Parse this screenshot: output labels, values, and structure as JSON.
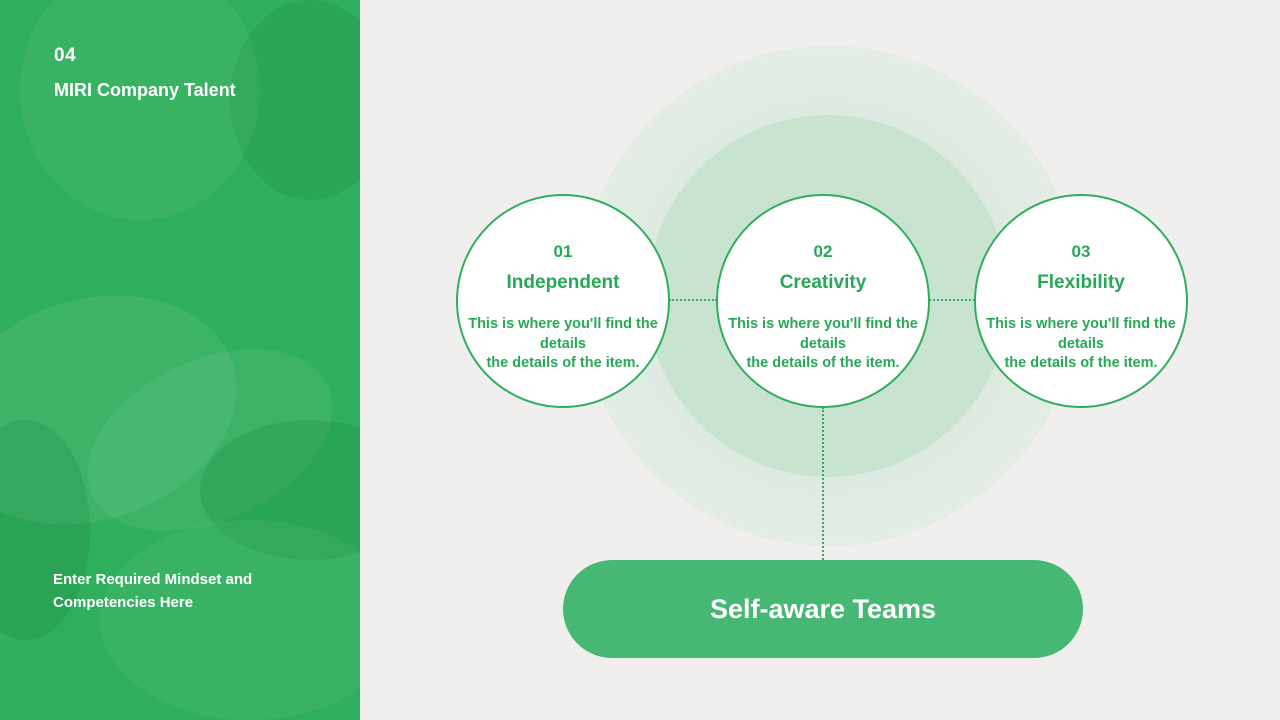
{
  "sidebar": {
    "section_number": "04",
    "section_title": "MIRI Company Talent",
    "footnote": "Enter Required Mindset and Competencies Here"
  },
  "diagram": {
    "nodes": [
      {
        "number": "01",
        "title": "Independent",
        "desc_line1": "This is where you'll find the",
        "desc_line2": "details",
        "desc_line3": "the details of the item."
      },
      {
        "number": "02",
        "title": "Creativity",
        "desc_line1": "This is where you'll find the",
        "desc_line2": "details",
        "desc_line3": "the details of the item."
      },
      {
        "number": "03",
        "title": "Flexibility",
        "desc_line1": "This is where you'll find the",
        "desc_line2": "details",
        "desc_line3": "the details of the item."
      }
    ],
    "center_label": "Self-aware Teams"
  },
  "colors": {
    "brand_green": "#2fae5c",
    "pill_green": "#47b874",
    "background": "#f0efed"
  }
}
